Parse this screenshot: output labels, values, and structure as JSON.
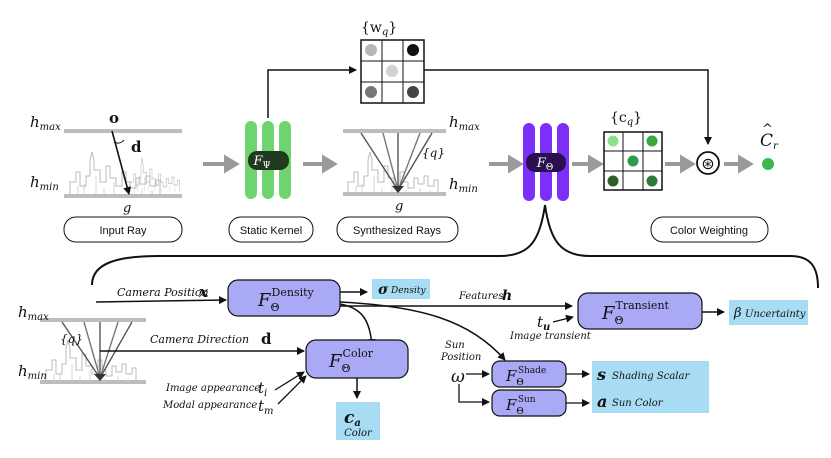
{
  "top": {
    "h_max": "h",
    "h_max_sub": "max",
    "h_min": "h",
    "h_min_sub": "min",
    "origin": "o",
    "direction": "d",
    "g": "g",
    "q_set": "{q}",
    "w_set": "{w",
    "w_sub": "q",
    "w_close": "}",
    "c_set": "{c",
    "c_sub": "q",
    "c_close": "}",
    "f_psi": "F",
    "f_psi_sub": "Ψ",
    "f_theta": "F",
    "f_theta_sub": "Θ",
    "convolve": "⊛",
    "c_hat": "C",
    "c_hat_accent": "^",
    "c_hat_sub": "r"
  },
  "labels": {
    "input_ray": "Input Ray",
    "static_kernel": "Static Kernel",
    "synthesized_rays": "Synthesized Rays",
    "color_weighting": "Color Weighting"
  },
  "bottom": {
    "camera_position": "Camera Position",
    "x": "x",
    "camera_direction": "Camera Direction",
    "d": "d",
    "density_node": "Density",
    "color_node": "Color",
    "transient_node": "Transient",
    "shade_node": "Shade",
    "sun_node": "Sun",
    "F": "F",
    "theta": "Θ",
    "sigma": "σ",
    "density_out": "Density",
    "features": "Features",
    "h": "h",
    "t_u": "t",
    "t_u_sub": "u",
    "image_transient": "Image transient",
    "beta": "β",
    "uncertainty": "Uncertainty",
    "sun_position_1": "Sun",
    "sun_position_2": "Position",
    "omega": "ω",
    "s": "s",
    "shading_scalar": "Shading Scalar",
    "a": "a",
    "sun_color": "Sun Color",
    "image_appearance": "Image appearance",
    "t_i": "t",
    "t_i_sub": "i",
    "modal_appearance": "Modal appearance",
    "t_m": "t",
    "t_m_sub": "m",
    "c_a": "c",
    "c_a_sub": "a",
    "color_out": "Color",
    "q_set": "{q}",
    "h_max": "h",
    "h_max_sub": "max",
    "h_min": "h",
    "h_min_sub": "min"
  },
  "colors": {
    "green_mlp": "#6fd36f",
    "purple_mlp": "#7b2ff7",
    "node_fill": "#a9a9f5",
    "output_fill": "#a8dcf5",
    "grid_dark": "#2f5f2f",
    "grid_light": "#8ce08c",
    "gray_arrow": "#9a9a9a"
  }
}
